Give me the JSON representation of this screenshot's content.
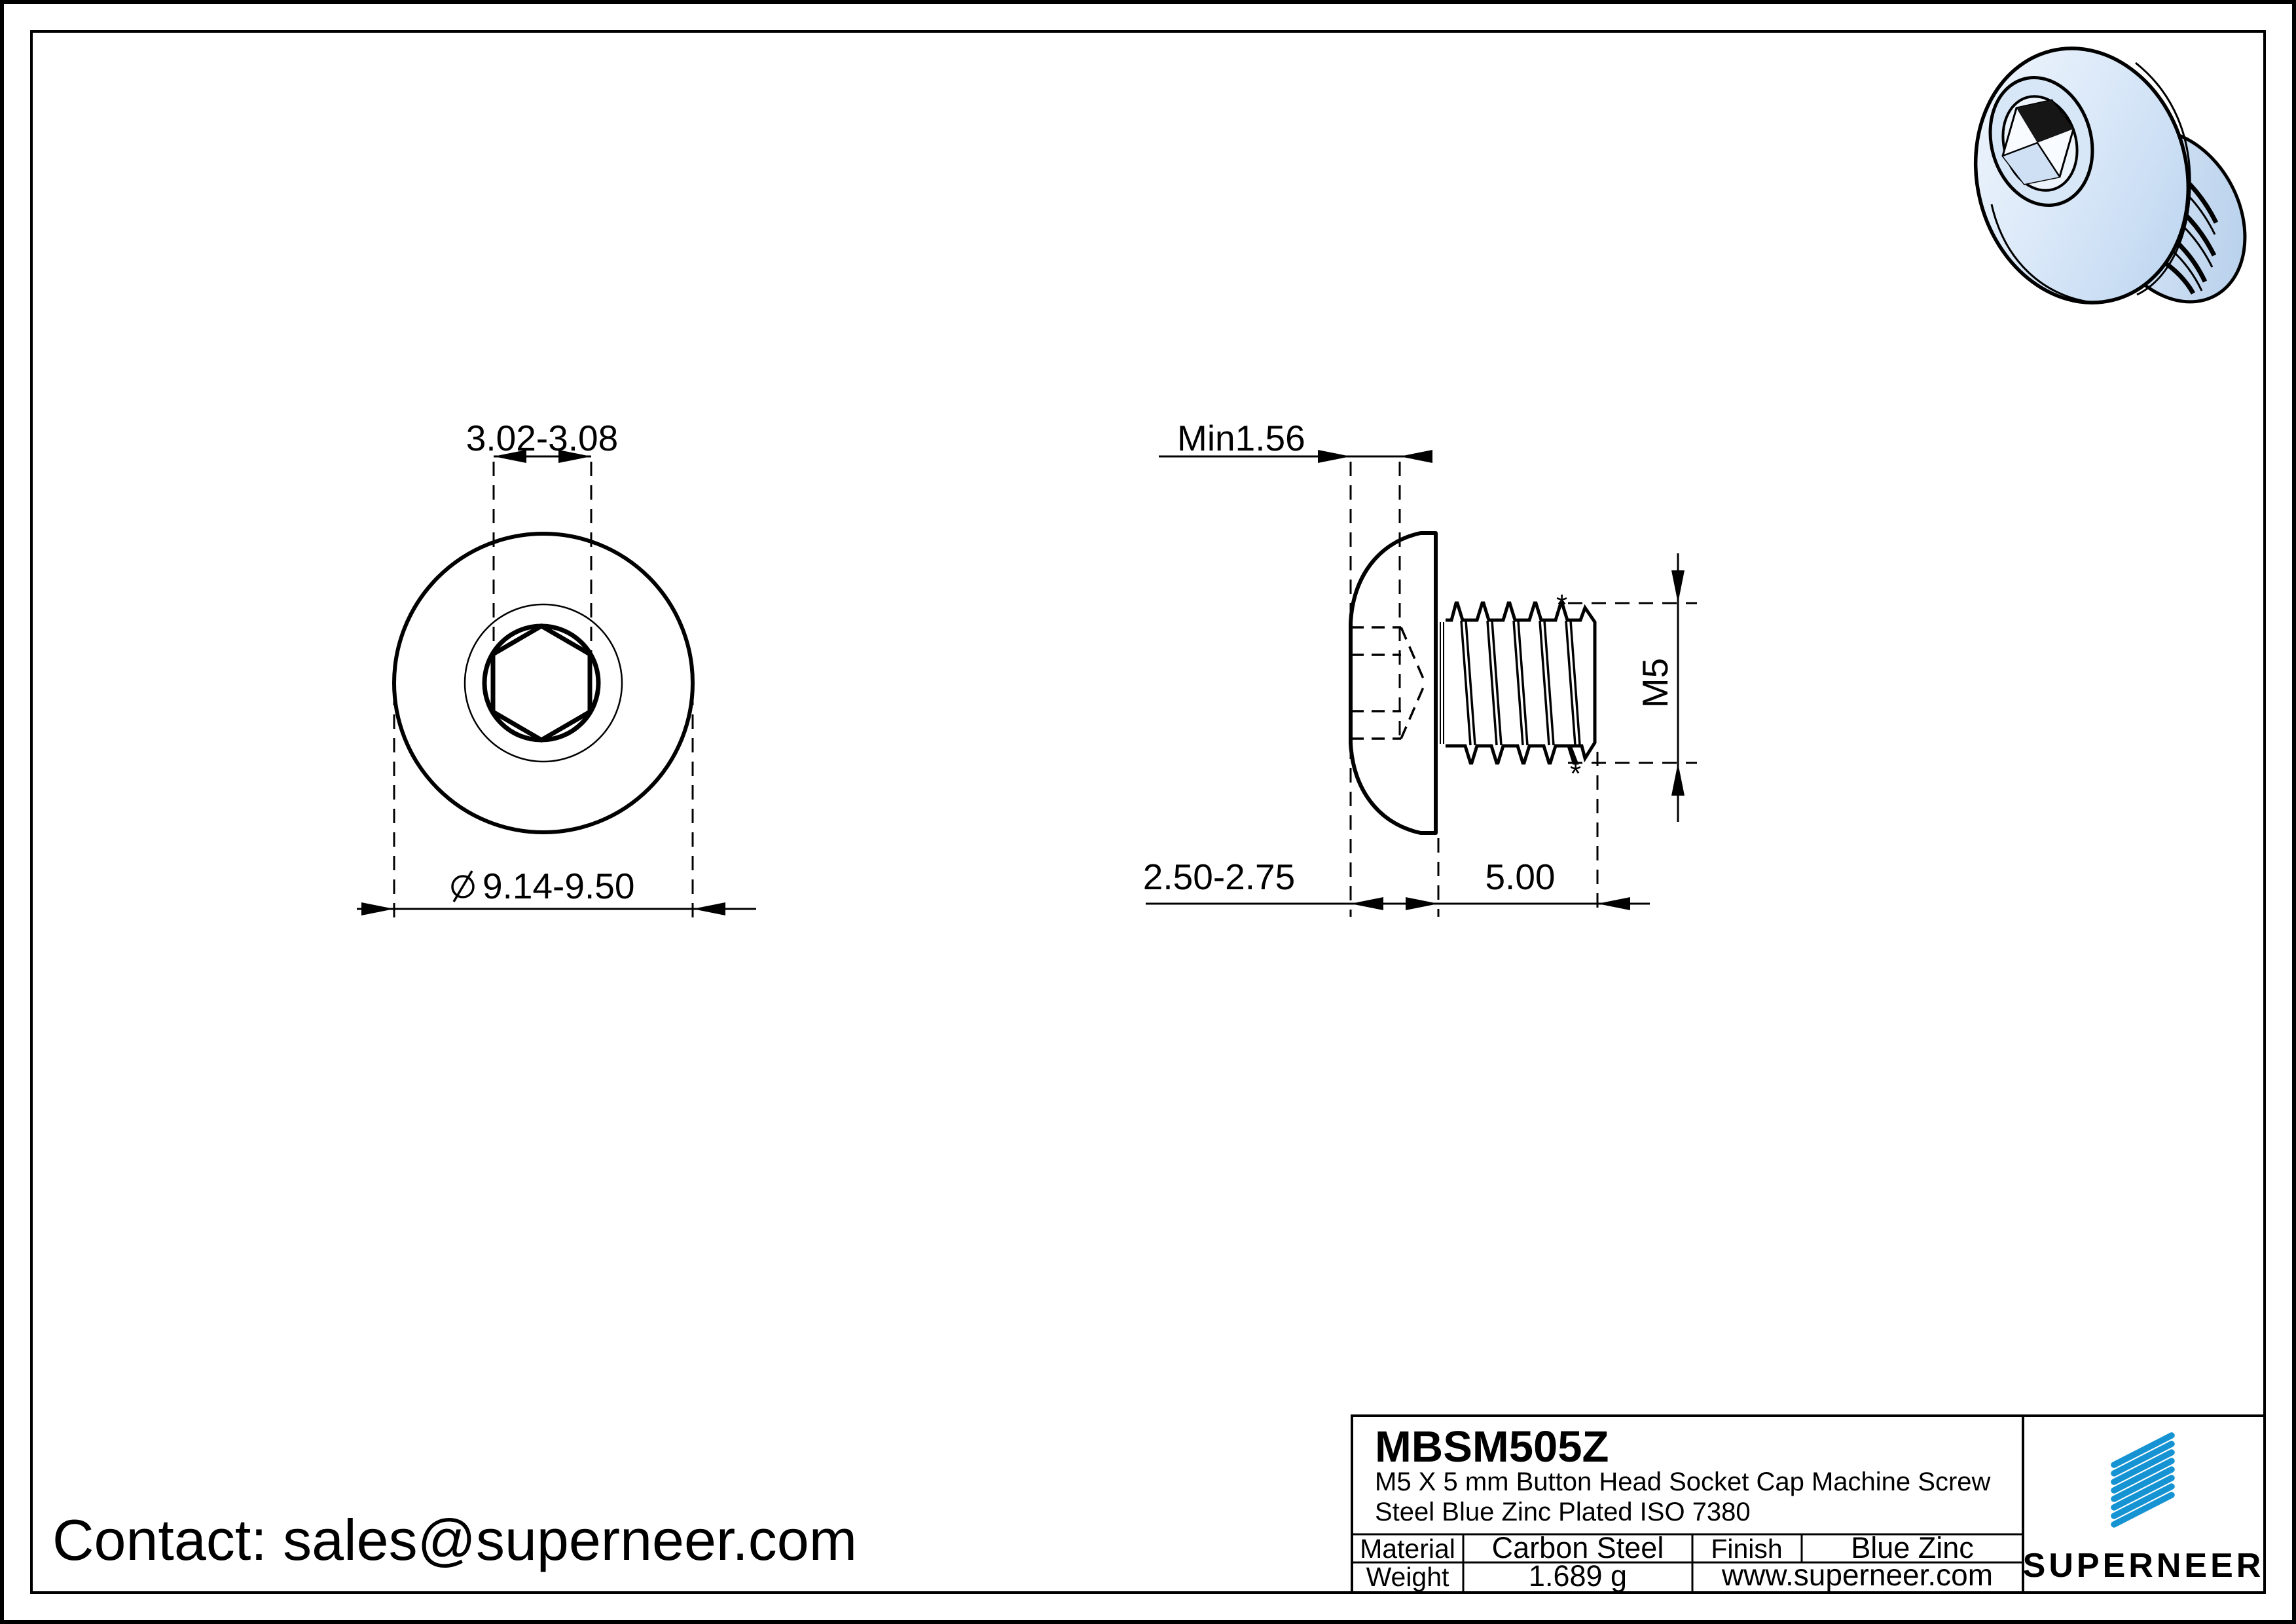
{
  "drawing": {
    "front_view": {
      "socket_width_dim": "3.02-3.08",
      "head_diameter_dim": "9.14-9.50"
    },
    "side_view": {
      "socket_depth_dim": "Min1.56",
      "head_height_dim": "2.50-2.75",
      "thread_length_dim": "5.00",
      "thread_size_label": "M5",
      "thread_mark": "*"
    }
  },
  "title_block": {
    "part_number": "MBSM505Z",
    "description_line1": "M5 X 5 mm  Button Head Socket Cap Machine Screw",
    "description_line2": "Steel Blue Zinc Plated ISO 7380",
    "material_label": "Material",
    "material_value": "Carbon Steel",
    "finish_label": "Finish",
    "finish_value": "Blue Zinc",
    "weight_label": "Weight",
    "weight_value": "1.689 g",
    "website": "www.superneer.com",
    "brand_name": "SUPERNEER"
  },
  "contact": {
    "text": "Contact: sales@superneer.com"
  },
  "colors": {
    "line": "#000000",
    "brand_blue": "#1593d2",
    "link_blue": "#1c7ece",
    "screw_light": "#edf4fc",
    "screw_mid": "#cfe0f4",
    "screw_dark": "#b3cdea"
  }
}
